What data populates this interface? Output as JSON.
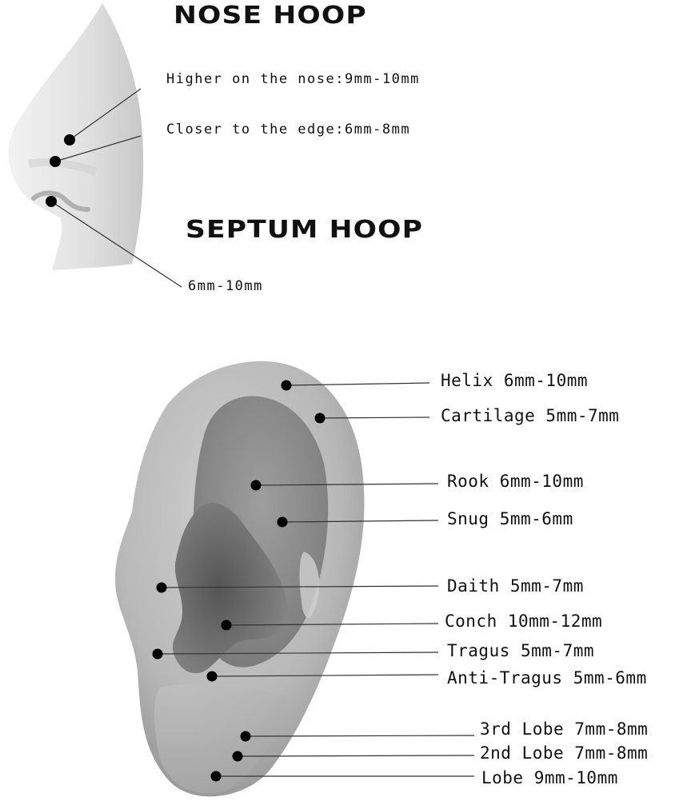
{
  "nose": {
    "title": "NOSE HOOP",
    "points": [
      {
        "label": "Higher on the nose:9mm-10mm"
      },
      {
        "label": "Closer to the edge:6mm-8mm"
      }
    ]
  },
  "septum": {
    "title": "SEPTUM HOOP",
    "points": [
      {
        "label": "6mm-10mm"
      }
    ]
  },
  "ear": {
    "points": [
      {
        "label": "Helix 6mm-10mm"
      },
      {
        "label": "Cartilage 5mm-7mm"
      },
      {
        "label": "Rook 6mm-10mm"
      },
      {
        "label": "Snug 5mm-6mm"
      },
      {
        "label": "Daith 5mm-7mm"
      },
      {
        "label": "Conch 10mm-12mm"
      },
      {
        "label": "Tragus 5mm-7mm"
      },
      {
        "label": "Anti-Tragus 5mm-6mm"
      },
      {
        "label": "3rd Lobe 7mm-8mm"
      },
      {
        "label": "2nd Lobe 7mm-8mm"
      },
      {
        "label": "Lobe 9mm-10mm"
      }
    ]
  },
  "colors": {
    "dot": "#000000",
    "leader_line": "#333333",
    "skin_light": "#e6e6e6",
    "skin_mid": "#b5b5b5",
    "skin_dark": "#6a6a6a"
  }
}
